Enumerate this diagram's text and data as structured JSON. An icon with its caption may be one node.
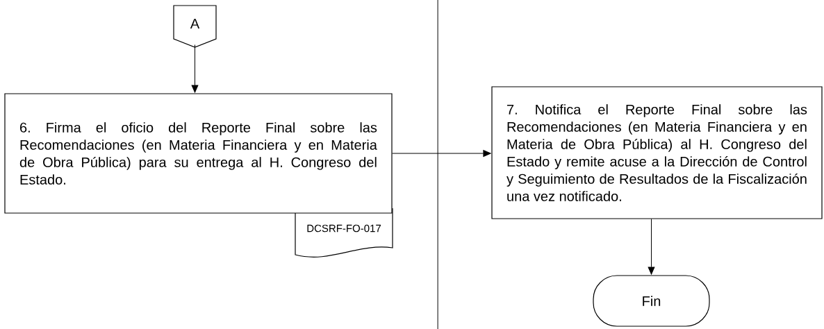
{
  "diagram": {
    "nodes": [
      {
        "text": [
          "A"
        ]
      },
      {
        "text": [
          "6. Firma el oficio del Reporte Final sobre las Recomendaciones (en Materia Financiera y en Materia de Obra Pública) para su entrega al H. Congreso del Estado."
        ]
      },
      {
        "text": [
          "DCSRF-FO-017"
        ]
      },
      {
        "text": [
          "7. Notifica el Reporte Final sobre las Recomendaciones (en Materia Financiera y en Materia de Obra Pública) al H. Congreso del Estado y remite acuse a la Dirección de Control y Seguimiento de Resultados de la Fiscalización una vez notificado."
        ]
      },
      {
        "text": [
          "Fin"
        ]
      }
    ],
    "edges": [
      {
        "from": 0,
        "to": 1,
        "arrow": "to"
      },
      {
        "from": 1,
        "to": 3,
        "arrow": "to"
      },
      {
        "from": 3,
        "to": 4,
        "arrow": "to"
      }
    ]
  }
}
